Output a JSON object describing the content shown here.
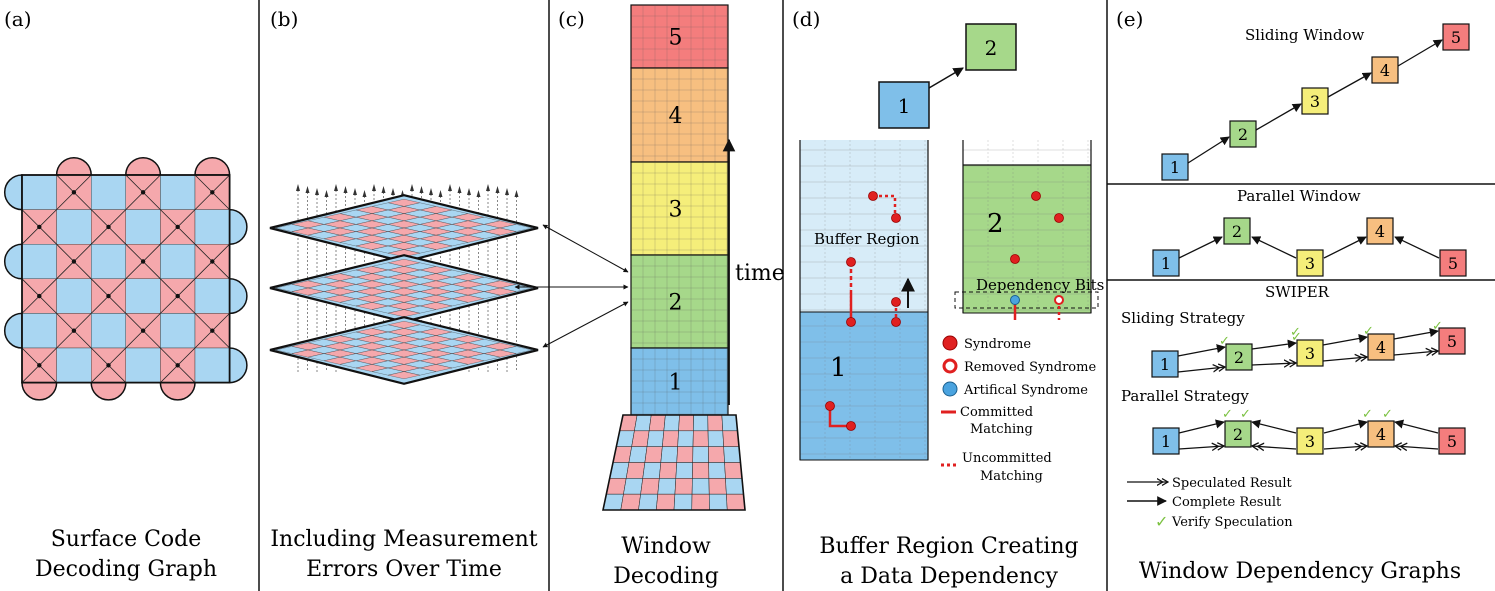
{
  "panels": [
    {
      "letter": "(a)",
      "caption1": "Surface Code",
      "caption2": "Decoding Graph"
    },
    {
      "letter": "(b)",
      "caption1": "Including Measurement",
      "caption2": "Errors Over Time"
    },
    {
      "letter": "(c)",
      "caption1": "Window",
      "caption2": "Decoding"
    },
    {
      "letter": "(d)",
      "caption1": "Buffer Region Creating",
      "caption2": "a Data Dependency"
    },
    {
      "letter": "(e)",
      "caption1": "Window Dependency Graphs",
      "caption2": ""
    }
  ],
  "panel_c": {
    "time_label": "time",
    "windows": [
      "1",
      "2",
      "3",
      "4",
      "5"
    ]
  },
  "panel_d": {
    "window_top_1": "1",
    "window_top_2": "2",
    "buffer_region": "Buffer Region",
    "dependency_bits": "Dependency Bits",
    "big_1": "1",
    "big_2": "2",
    "legend": {
      "syndrome": "Syndrome",
      "removed": "Removed Syndrome",
      "artificial": "Artifical Syndrome",
      "committed1": "Committed",
      "committed2": "Matching",
      "uncommitted1": "Uncommitted",
      "uncommitted2": "Matching"
    }
  },
  "panel_e": {
    "sliding_window": "Sliding Window",
    "parallel_window": "Parallel Window",
    "swiper": "SWIPER",
    "sliding_strategy": "Sliding Strategy",
    "parallel_strategy": "Parallel Strategy",
    "nodes": [
      "1",
      "2",
      "3",
      "4",
      "5"
    ],
    "check": "✓",
    "legend": {
      "speculated": "Speculated Result",
      "complete": "Complete Result",
      "verify": "Verify Speculation"
    }
  },
  "colors": {
    "pink": "#f5a8ac",
    "blue": "#a9d6f2",
    "red_block": "#f47d7d",
    "orange_block": "#f7bf80",
    "yellow_block": "#f5ee7a",
    "green_block": "#a6d88a",
    "blue_block": "#7fbfe9",
    "syndrome_red": "#e02020",
    "check_green": "#7cc242"
  }
}
